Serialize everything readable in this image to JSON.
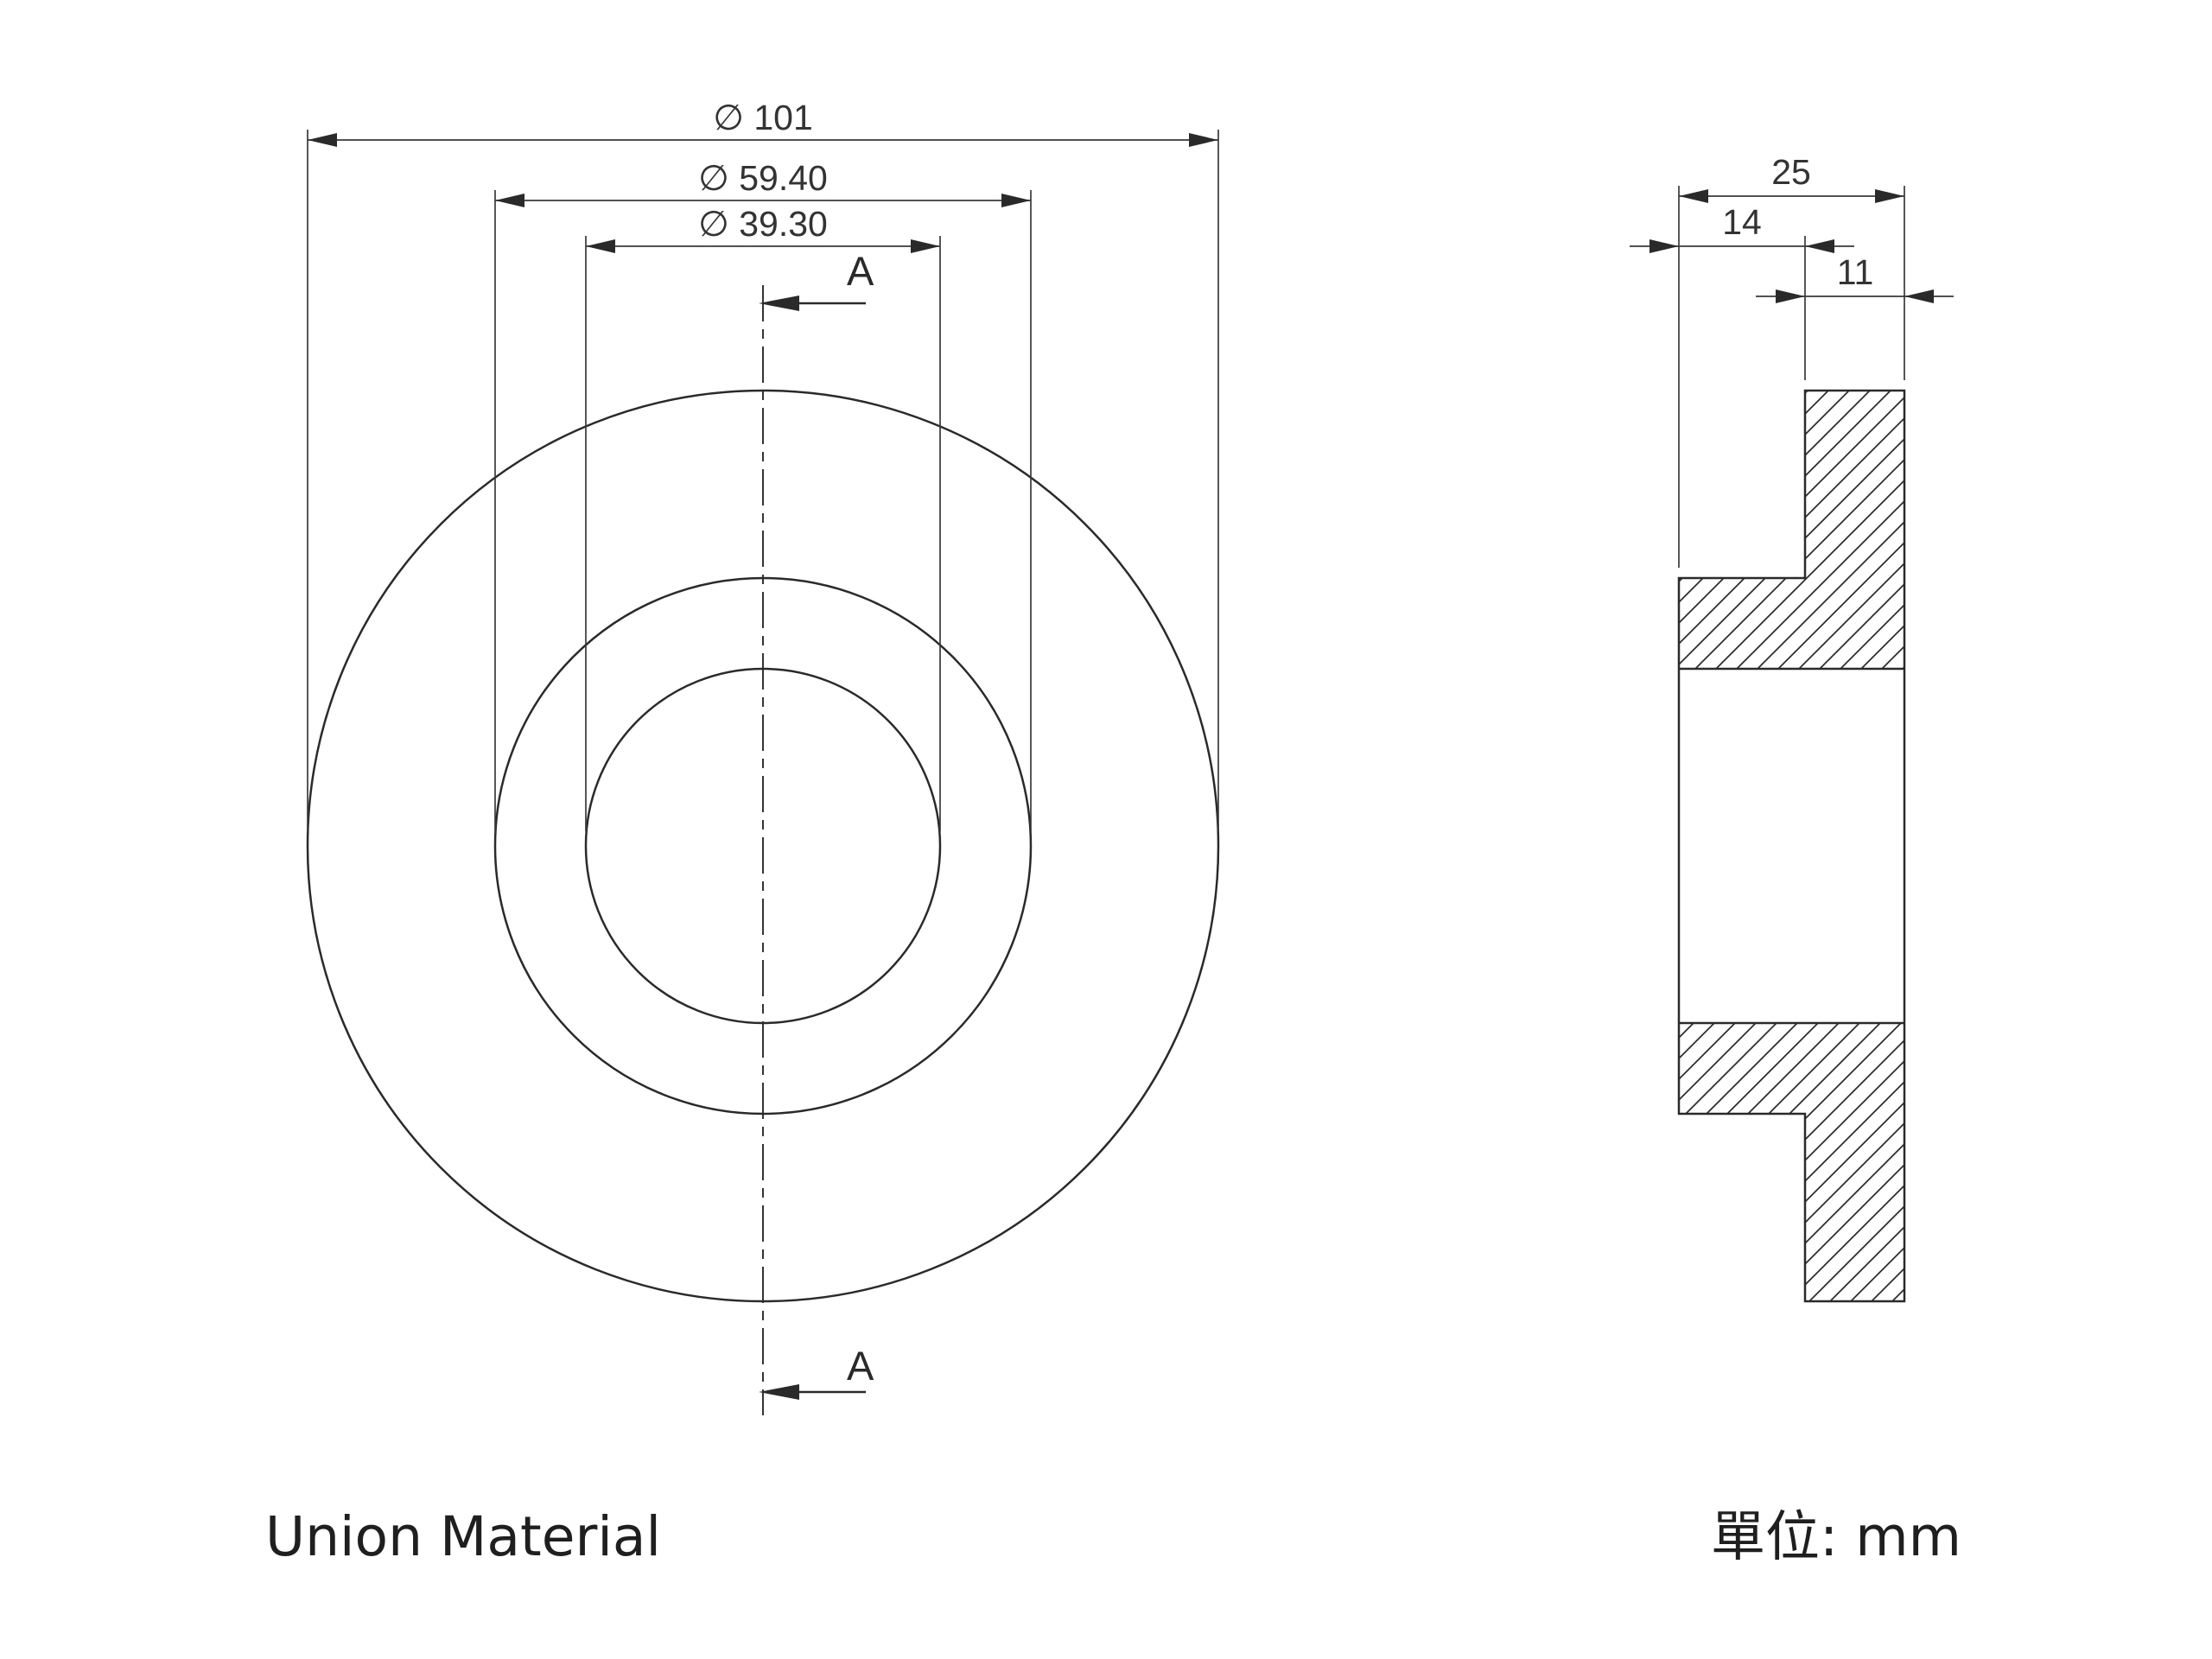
{
  "page": {
    "background": "#ffffff",
    "line_color": "#2a2a2a",
    "dim_color": "#333333"
  },
  "front_view": {
    "dims": {
      "outer": "∅ 101",
      "middle": "∅ 59.40",
      "inner": "∅ 39.30"
    },
    "section": {
      "top_label": "A",
      "bottom_label": "A"
    },
    "values_mm": {
      "outer_diameter": 101,
      "middle_diameter": 59.4,
      "inner_diameter": 39.3
    }
  },
  "side_view": {
    "dims": {
      "total_thickness": "25",
      "hub_depth": "14",
      "flange_thickness": "11"
    },
    "values_mm": {
      "total_thickness": 25,
      "hub_depth": 14,
      "flange_thickness": 11
    }
  },
  "footer": {
    "material": "Union Material",
    "units": "單位: mm"
  }
}
